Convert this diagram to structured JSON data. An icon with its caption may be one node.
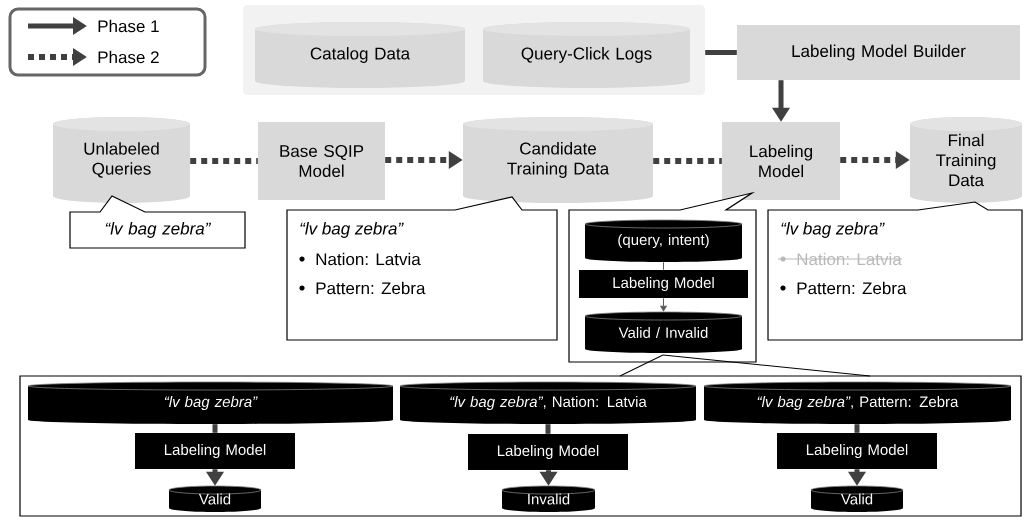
{
  "diagram": {
    "nodes": [
      {
        "text": [],
        "shape": "box"
      },
      {
        "text": [
          "Catalog Data"
        ],
        "in": 0
      },
      {
        "text": [
          "Query-Click Logs"
        ],
        "in": 0
      },
      {
        "text": [
          "Labeling Model Builder"
        ]
      },
      {
        "text": [
          "Unlabeled Queries"
        ]
      },
      {
        "text": [
          "Base SQIP Model"
        ]
      },
      {
        "text": [
          "Candidate Training Data"
        ]
      },
      {
        "text": [
          "Labeling Model"
        ]
      },
      {
        "text": [
          "Final Training Data"
        ]
      },
      {
        "text": [
          "“lv bag zebra”"
        ]
      },
      {
        "text": [
          "“lv bag zebra”",
          "Nation: Latvia",
          "Pattern: Zebra"
        ]
      },
      {
        "text": [],
        "shape": "box"
      },
      {
        "text": [
          "(query, intent)"
        ],
        "in": 11
      },
      {
        "text": [
          "Labeling Model"
        ],
        "in": 11
      },
      {
        "text": [
          "Valid / Invalid"
        ],
        "in": 11
      },
      {
        "text": [
          "“lv bag zebra”",
          "Nation: Latvia",
          "Pattern: Zebra"
        ]
      },
      {
        "text": [],
        "shape": "box"
      },
      {
        "text": [
          "“lv bag zebra”"
        ],
        "in": 16
      },
      {
        "text": [
          "Labeling Model"
        ],
        "in": 16
      },
      {
        "text": [
          "Valid"
        ],
        "in": 16
      },
      {
        "text": [
          "*“lv bag zebra”*, Nation: Latvia"
        ],
        "in": 16
      },
      {
        "text": [
          "Labeling Model"
        ],
        "in": 16
      },
      {
        "text": [
          "Invalid"
        ],
        "in": 16
      },
      {
        "text": [
          "*“lv bag zebra”*, Pattern: Zebra"
        ],
        "in": 16
      },
      {
        "text": [
          "Labeling Model"
        ],
        "in": 16
      },
      {
        "text": [
          "Valid"
        ],
        "in": 16
      }
    ],
    "edges": [
      {
        "from": 0,
        "to": 3,
        "arrow": "none"
      },
      {
        "from": 3,
        "to": 7,
        "arrow": "to"
      },
      {
        "from": 4,
        "to": 5,
        "arrow": "none",
        "style": "dashed"
      },
      {
        "from": 5,
        "to": 6,
        "arrow": "to",
        "style": "dashed"
      },
      {
        "from": 6,
        "to": 7,
        "arrow": "none",
        "style": "dashed"
      },
      {
        "from": 7,
        "to": 8,
        "arrow": "to",
        "style": "dashed"
      },
      {
        "from": 12,
        "to": 13,
        "arrow": "none"
      },
      {
        "from": 13,
        "to": 14,
        "arrow": "to"
      },
      {
        "from": 17,
        "to": 18,
        "arrow": "none"
      },
      {
        "from": 18,
        "to": 19,
        "arrow": "to"
      },
      {
        "from": 20,
        "to": 21,
        "arrow": "none"
      },
      {
        "from": 21,
        "to": 22,
        "arrow": "to"
      },
      {
        "from": 23,
        "to": 24,
        "arrow": "none"
      },
      {
        "from": 24,
        "to": 25,
        "arrow": "to"
      }
    ],
    "legend": [
      {
        "text": "Phase 1"
      },
      {
        "text": "Phase 2"
      }
    ]
  }
}
